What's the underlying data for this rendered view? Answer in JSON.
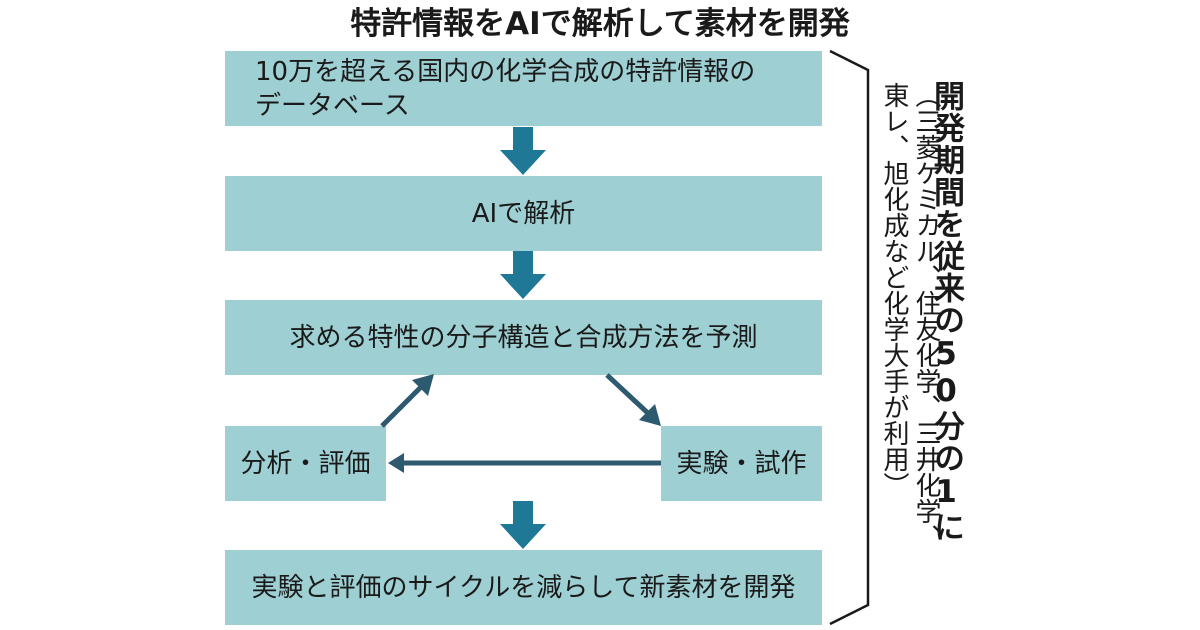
{
  "title": "特許情報をAIで解析して素材を開発",
  "steps": {
    "database": {
      "line1": "10万を超える国内の化学合成の特許情報の",
      "line2": "データベース"
    },
    "analyze": "AIで解析",
    "predict": "求める特性の分子構造と合成方法を予測",
    "evaluate": "分析・評価",
    "experiment": "実験・試作",
    "result": "実験と評価のサイクルを減らして新素材を開発"
  },
  "note": {
    "main": "開発期間を従来の50分の1に",
    "sub": "（三菱ケミカル、住友化学、三井化学、東レ、旭化成など化学大手が利用）"
  },
  "colors": {
    "box_fill": "#9dcfd3",
    "main_arrow": "#1e7896",
    "cycle_arrow": "#2e5a70",
    "bracket": "#1a1a1a"
  }
}
